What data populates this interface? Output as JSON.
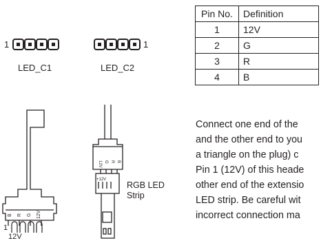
{
  "connectors": {
    "c1_pin1": "1",
    "c1_name": "LED_C1",
    "c2_pin1": "1",
    "c2_name": "LED_C2"
  },
  "table": {
    "headers": [
      "Pin No.",
      "Definition"
    ],
    "rows": [
      [
        "1",
        "12V"
      ],
      [
        "2",
        "G"
      ],
      [
        "3",
        "R"
      ],
      [
        "4",
        "B"
      ]
    ]
  },
  "diagram": {
    "plug_pin_labels": [
      "B",
      "R",
      "G",
      "12V"
    ],
    "top_plug_pin_labels": [
      "12V",
      "G",
      "R",
      "B"
    ],
    "plug_one": "1",
    "plug_12v": "12V",
    "strip_12v": "+12V",
    "strip_label_line1": "RGB LED",
    "strip_label_line2": "Strip"
  },
  "description": {
    "lines": [
      "Connect one end of the",
      "and the other end to you",
      "a triangle on the plug) c",
      "Pin 1 (12V) of this heade",
      "other end of the extensio",
      "LED strip. Be careful wit",
      "incorrect connection ma"
    ]
  }
}
